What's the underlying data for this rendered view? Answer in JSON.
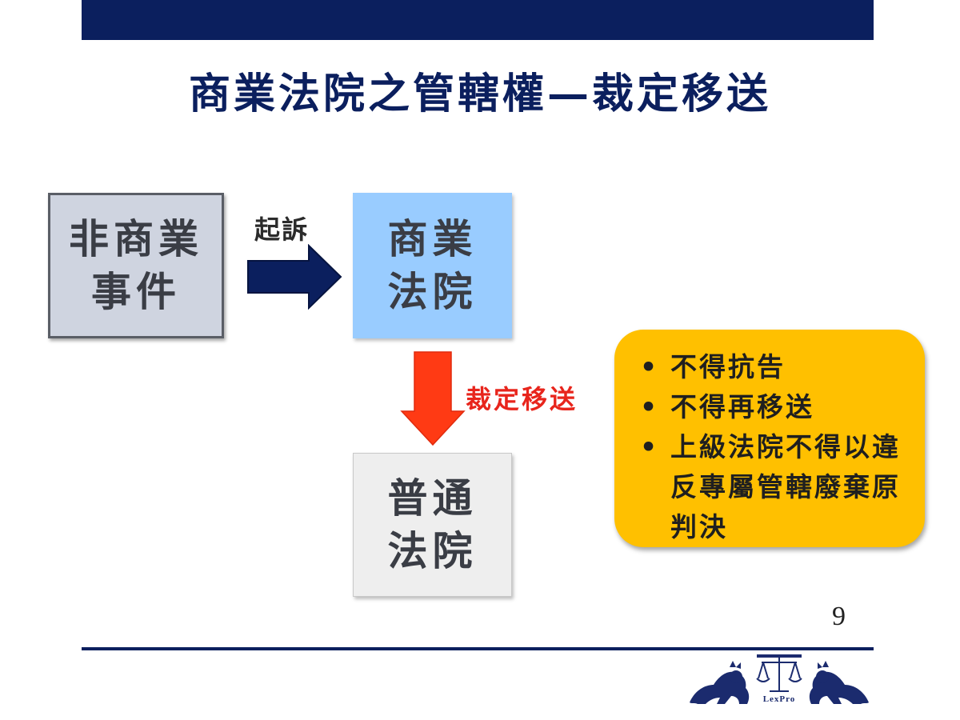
{
  "slide": {
    "title": "商業法院之管轄權—裁定移送",
    "page_number": "9"
  },
  "flow": {
    "non_commercial_box": {
      "line1": "非商業",
      "line2": "事件"
    },
    "sue_label": "起訴",
    "commercial_court_box": {
      "line1": "商業",
      "line2": "法院"
    },
    "transfer_label": "裁定移送",
    "ordinary_court_box": {
      "line1": "普通",
      "line2": "法院"
    }
  },
  "notes": {
    "bullet": "•",
    "items": [
      "不得抗告",
      "不得再移送",
      "上級法院不得以違反專屬管轄廢棄原判決"
    ]
  },
  "logo": {
    "text": "LexPro"
  },
  "colors": {
    "navy": "#0b1f5e",
    "light_blue": "#99ccff",
    "gray_box": "#cfd4e0",
    "light_gray": "#eeeeee",
    "red_arrow": "#ff3a14",
    "red_text": "#e8251c",
    "yellow": "#ffc000"
  }
}
